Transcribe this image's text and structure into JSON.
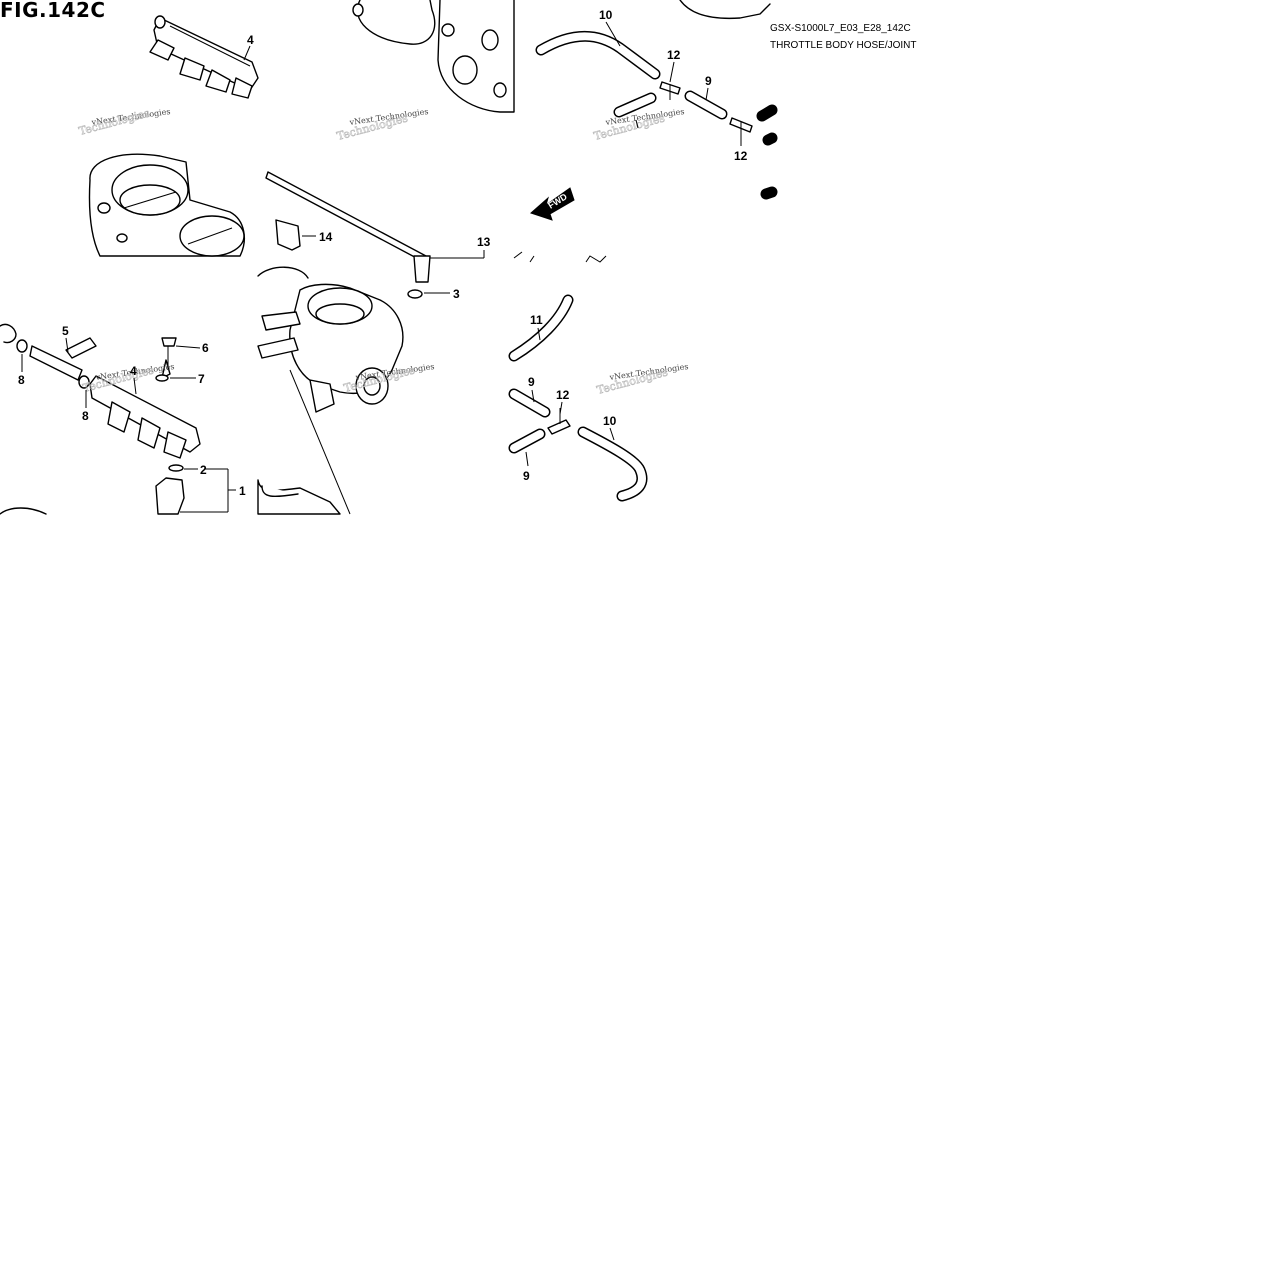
{
  "figure": {
    "title": "FIG.142C",
    "code": "GSX-S1000L7_E03_E28_142C",
    "subtitle": "THROTTLE BODY HOSE/JOINT"
  },
  "watermark": {
    "text": "vNext Technologies",
    "text_big": "Technologies"
  },
  "direction": {
    "label": "FWD"
  },
  "callouts": {
    "c1": "1",
    "c2": "2",
    "c3": "3",
    "c4a": "4",
    "c4b": "4",
    "c5": "5",
    "c6": "6",
    "c7": "7",
    "c8a": "8",
    "c8b": "8",
    "c9a": "9",
    "c9b": "9",
    "c9c": "9",
    "c10a": "10",
    "c10b": "10",
    "c11": "11",
    "c12a": "12",
    "c12b": "12",
    "c12c": "12",
    "c13": "13",
    "c14": "14"
  }
}
